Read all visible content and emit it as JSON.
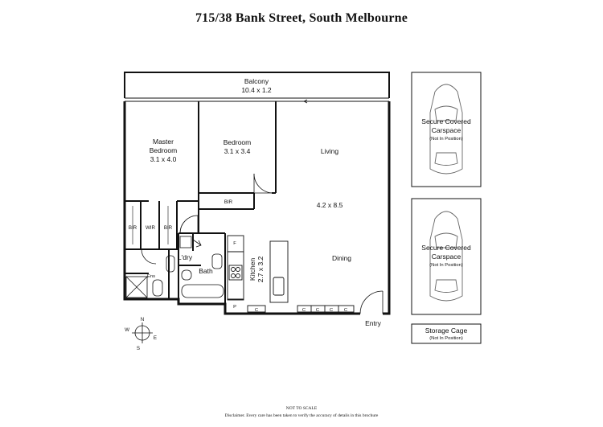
{
  "title": "715/38 Bank Street, South Melbourne",
  "rooms": {
    "balcony": {
      "name": "Balcony",
      "dims": "10.4 x 1.2"
    },
    "master": {
      "name1": "Master",
      "name2": "Bedroom",
      "dims": "3.1 x 4.0"
    },
    "bedroom": {
      "name": "Bedroom",
      "dims": "3.1 x 3.4"
    },
    "living": {
      "name": "Living",
      "dims": "4.2 x 8.5"
    },
    "dining": {
      "name": "Dining"
    },
    "kitchen": {
      "name": "Kitchen",
      "dims": "2.7 x 3.2"
    },
    "bath": {
      "name": "Bath"
    },
    "laundry": {
      "name": "L'dry"
    },
    "ensuite": {
      "name": "Ens"
    },
    "bir": "BIR",
    "wir": "WIR",
    "fridge": "F",
    "pantry": "P",
    "cupboard": "C"
  },
  "entry": "Entry",
  "carspaces": [
    {
      "line1": "Secure Covered",
      "line2": "Carspace",
      "note": "(Not In Position)"
    },
    {
      "line1": "Secure Covered",
      "line2": "Carspace",
      "note": "(Not In Position)"
    }
  ],
  "storage": {
    "line1": "Storage Cage",
    "note": "(Not In Position)"
  },
  "compass": {
    "n": "N",
    "e": "E",
    "s": "S",
    "w": "W"
  },
  "footer": {
    "scale": "NOT TO SCALE",
    "disclaimer": "Disclaimer. Every care has been taken to verify the accuracy of details in this brochure"
  }
}
